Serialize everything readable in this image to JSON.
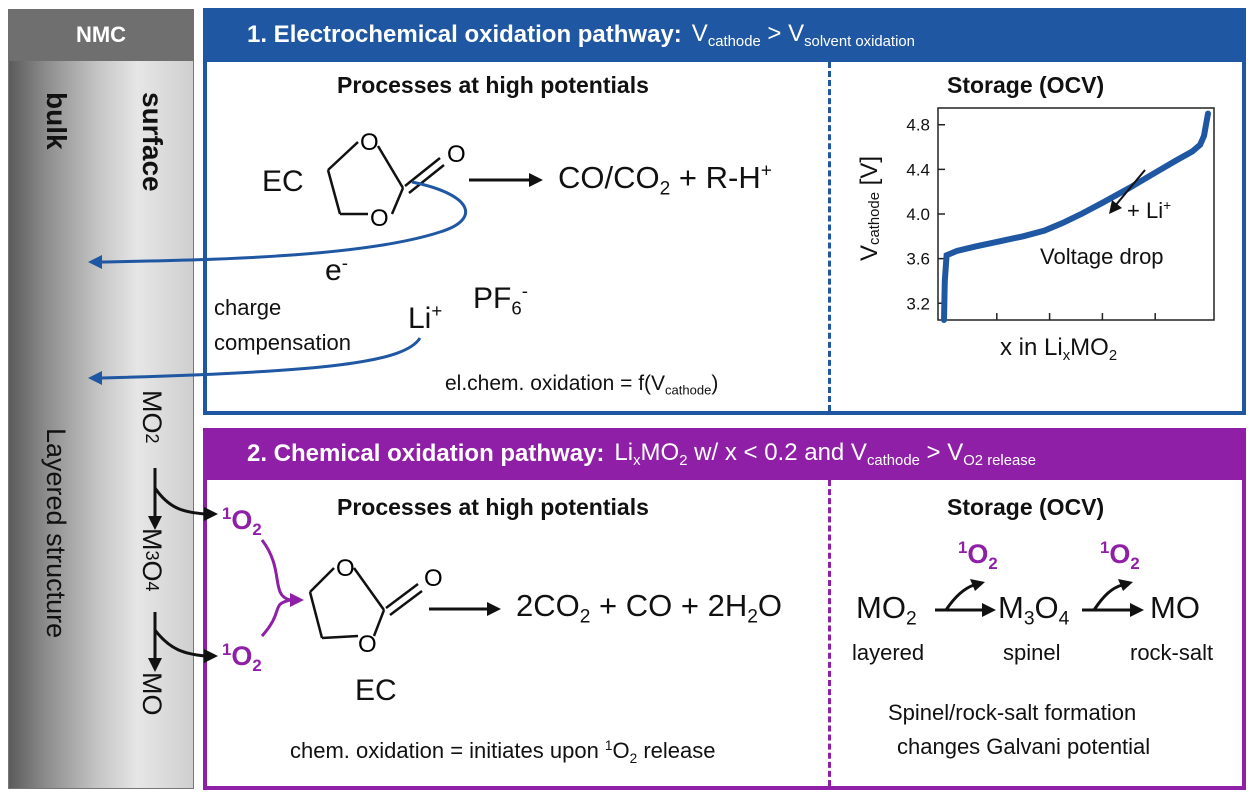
{
  "nmc": {
    "header": "NMC",
    "bulk": "bulk",
    "surface": "surface",
    "layered_structure": "Layered  structure",
    "mo2": "MO",
    "m3o4_a": "M",
    "m3o4_b": "O",
    "mo": "MO"
  },
  "panel1": {
    "title": "1. Electrochemical oxidation pathway:",
    "cond_v": "V",
    "cond_cathode": "cathode",
    "cond_gt": " > V",
    "cond_solvent": "solvent oxidation",
    "processes_title": "Processes at high potentials",
    "storage_title": "Storage (OCV)",
    "ec": "EC",
    "atom_o": "O",
    "product_a": "CO/CO",
    "product_b": " + R-H",
    "plus": "+",
    "electron": "e",
    "minus": "-",
    "charge": "charge",
    "compensation": "compensation",
    "li": "Li",
    "pf6": "PF",
    "six": "6",
    "eq_a": "el.chem. oxidation = f(V",
    "eq_b": "cathode",
    "eq_c": ")",
    "colors": {
      "accent": "#1f57a2"
    }
  },
  "ocv_chart": {
    "chart_data": {
      "type": "line",
      "title": "",
      "xlabel": "x in LixMO2",
      "ylabel": "Vcathode [V]",
      "ylim": [
        3.05,
        4.95
      ],
      "yticks": [
        "4.8",
        "4.4",
        "4.0",
        "3.6",
        "3.2"
      ],
      "x": [
        0.0,
        0.003,
        0.01,
        0.05,
        0.12,
        0.2,
        0.3,
        0.38,
        0.45,
        0.52,
        0.6,
        0.7,
        0.8,
        0.88,
        0.94,
        0.97,
        0.985,
        1.0
      ],
      "series": [
        {
          "values": [
            3.05,
            3.4,
            3.63,
            3.67,
            3.71,
            3.75,
            3.8,
            3.85,
            3.92,
            4.0,
            4.1,
            4.23,
            4.37,
            4.48,
            4.56,
            4.62,
            4.7,
            4.9
          ]
        }
      ],
      "annotations": [
        "+ Li+",
        "Voltage drop"
      ],
      "color": "#1f57a2"
    },
    "tick_48": "4.8",
    "tick_44": "4.4",
    "tick_40": "4.0",
    "tick_36": "3.6",
    "tick_32": "3.2",
    "ylabel_v": "V",
    "ylabel_cathode": "cathode",
    "ylabel_unit": " [V]",
    "xlabel_a": "x in Li",
    "xlabel_x": "x",
    "xlabel_b": "MO",
    "ann_li": "+ Li",
    "ann_drop": "Voltage drop"
  },
  "panel2": {
    "title": "2. Chemical oxidation pathway:",
    "cond_a": "Li",
    "cond_x": "x",
    "cond_b": "MO",
    "cond_c": " w/ x < 0.2 and V",
    "cond_cathode": "cathode",
    "cond_d": " > V",
    "cond_o2": "O2 release",
    "processes_title": "Processes at high potentials",
    "storage_title": "Storage (OCV)",
    "singlet_1": "1",
    "o": "O",
    "ec": "EC",
    "product_a": "2CO",
    "product_b": " + CO + 2H",
    "product_c": "O",
    "eq_a": "chem. oxidation = initiates upon ",
    "eq_b": " release",
    "mo2": "MO",
    "m3o4_a": "M",
    "m3o4_b": "O",
    "mo": "MO",
    "layered": "layered",
    "spinel": "spinel",
    "rocksalt": "rock-salt",
    "note_1": "Spinel/rock-salt formation",
    "note_2": "changes Galvani potential",
    "colors": {
      "accent": "#8e1fa6"
    }
  }
}
